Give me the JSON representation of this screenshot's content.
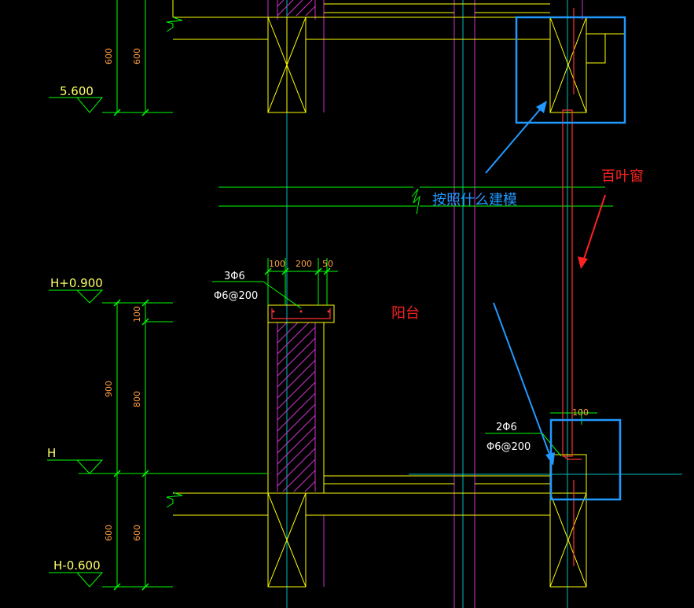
{
  "colors": {
    "background": "#000000",
    "dim_green": "#00ff00",
    "dim_text": "#ffa040",
    "level_text": "#ffff66",
    "outline_yellow": "#ffff00",
    "outline_magenta": "#cc33cc",
    "axis_cyan": "#00bbbb",
    "annotation_blue": "#2299ff",
    "annotation_red": "#ff2222",
    "rebar_red": "#ff3333"
  },
  "levels": {
    "upper": "5.600",
    "h_plus": "H+0.900",
    "h": "H",
    "h_minus": "H-0.600"
  },
  "dimensions": {
    "top_600_a": "600",
    "top_600_b": "600",
    "parapet_100": "100",
    "wall_900": "900",
    "wall_800": "800",
    "bot_600_a": "600",
    "bot_600_b": "600",
    "cap_100": "100",
    "cap_200": "200",
    "cap_50": "50",
    "right_100": "100"
  },
  "rebar": {
    "cap_main": "3Φ6",
    "cap_stirrup": "Φ6@200",
    "ledge_main": "2Φ6",
    "ledge_stirrup": "Φ6@200"
  },
  "annotations": {
    "modeling_question": "按照什么建模",
    "louver_window": "百叶窗",
    "balcony": "阳台"
  }
}
